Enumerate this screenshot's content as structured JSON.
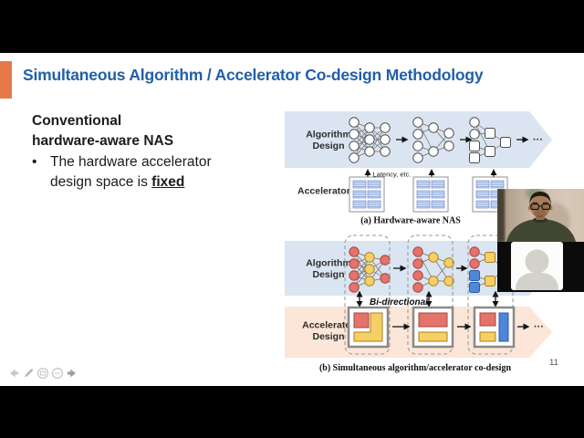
{
  "colors": {
    "accent-orange": "#e5794a",
    "title-blue": "#2160a7",
    "band-blue": "#dbe5f1",
    "band-orange": "#fbe6d7",
    "node-red": "#e4736b",
    "node-red-stroke": "#a6443c",
    "node-yellow": "#f6cf65",
    "node-yellow-stroke": "#a8821f",
    "node-blue": "#4e86d8",
    "node-blue-stroke": "#2a5bab"
  },
  "slide": {
    "title": "Simultaneous Algorithm / Accelerator Co-design Methodology",
    "page_number": "11",
    "left_panel": {
      "heading_line1": "Conventional",
      "heading_line2": "hardware-aware NAS",
      "bullet_glyph": "•",
      "bullet_line1": "The hardware accelerator",
      "bullet_line2_prefix": "design space is ",
      "bullet_line2_emphasis": "fixed"
    }
  },
  "diagram": {
    "part_a": {
      "algorithm_band_label_line1": "Algorithm",
      "algorithm_band_label_line2": "Design",
      "feedback_label": "Latency, etc.",
      "accelerator_row_label": "Accelerator",
      "caption": "(a) Hardware-aware NAS",
      "continuation_dots": "···"
    },
    "part_b": {
      "algorithm_band_label_line1": "Algorithm",
      "algorithm_band_label_line2": "Design",
      "bidirectional_label": "Bi-directional",
      "accelerator_band_label_line1": "Accelerator",
      "accelerator_band_label_line2": "Design",
      "caption": "(b) Simultaneous algorithm/accelerator co-design",
      "continuation_dots": "···"
    }
  },
  "presenter_toolbar": {
    "icons": [
      "previous-slide",
      "pen",
      "show-all-slides",
      "more-options",
      "next-slide"
    ]
  }
}
